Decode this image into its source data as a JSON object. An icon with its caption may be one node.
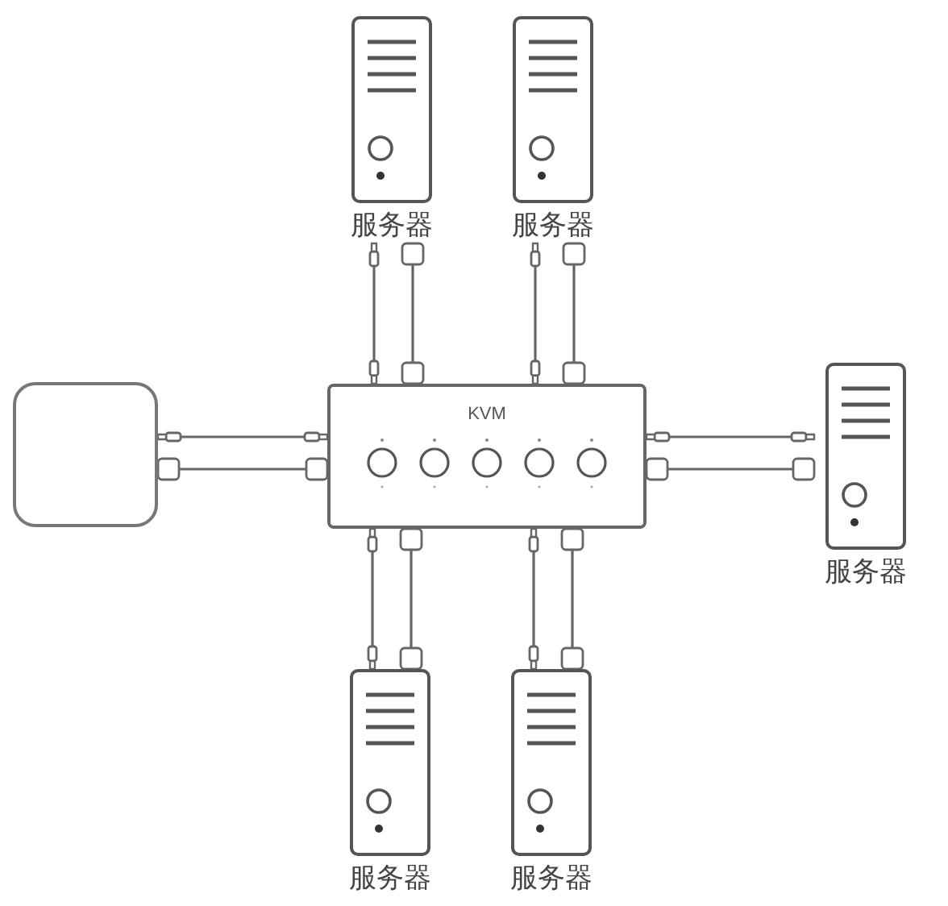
{
  "diagram": {
    "nodes": [
      {
        "text": [],
        "shape": "box"
      },
      {
        "text": [
          "KVM"
        ]
      },
      {
        "text": [
          "服务器"
        ]
      },
      {
        "text": [
          "服务器"
        ]
      },
      {
        "text": [
          "服务器"
        ]
      },
      {
        "text": [
          "服务器"
        ]
      },
      {
        "text": [
          "服务器"
        ]
      }
    ],
    "edges": [
      {
        "from": 0,
        "to": 1,
        "arrow": "other"
      },
      {
        "from": 0,
        "to": 1,
        "arrow": "other"
      },
      {
        "from": 2,
        "to": 1,
        "arrow": "other"
      },
      {
        "from": 2,
        "to": 1,
        "arrow": "other"
      },
      {
        "from": 3,
        "to": 1,
        "arrow": "other"
      },
      {
        "from": 3,
        "to": 1,
        "arrow": "other"
      },
      {
        "from": 4,
        "to": 1,
        "arrow": "other"
      },
      {
        "from": 4,
        "to": 1,
        "arrow": "other"
      },
      {
        "from": 5,
        "to": 1,
        "arrow": "other"
      },
      {
        "from": 5,
        "to": 1,
        "arrow": "other"
      },
      {
        "from": 6,
        "to": 1,
        "arrow": "other"
      },
      {
        "from": 6,
        "to": 1,
        "arrow": "other"
      }
    ]
  }
}
